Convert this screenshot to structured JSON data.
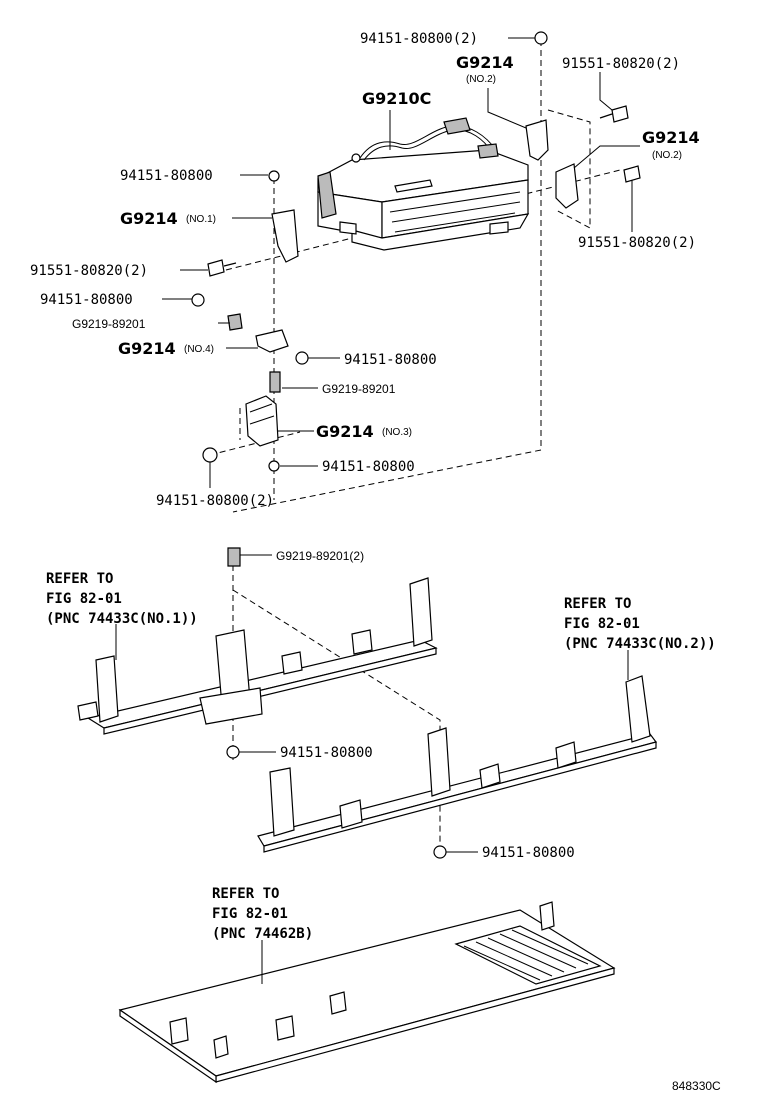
{
  "labels": {
    "nut_top_2": "94151-80800(2)",
    "g9214_no2_top": "G9214",
    "g9214_no2_top_note": "(NO.2)",
    "bolt_top_right": "91551-80820(2)",
    "g9210c": "G9210C",
    "g9214_no2_right": "G9214",
    "g9214_no2_right_note": "(NO.2)",
    "nut_left_1": "94151-80800",
    "g9214_no1": "G9214",
    "g9214_no1_note": "(NO.1)",
    "bolt_right": "91551-80820(2)",
    "bolt_left": "91551-80820(2)",
    "nut_left_2": "94151-80800",
    "stud_left": "G9219-89201",
    "g9214_no4": "G9214",
    "g9214_no4_note": "(NO.4)",
    "nut_mid_right": "94151-80800",
    "stud_mid": "G9219-89201",
    "g9214_no3": "G9214",
    "g9214_no3_note": "(NO.3)",
    "nut_mid_low": "94151-80800",
    "nut_bottom_2": "94151-80800(2)",
    "stud_lower_2": "G9219-89201(2)",
    "nut_frame_left": "94151-80800",
    "nut_frame_right": "94151-80800"
  },
  "refs": {
    "left": [
      "REFER TO",
      "FIG 82-01",
      "(PNC 74433C(NO.1))"
    ],
    "right": [
      "REFER TO",
      "FIG 82-01",
      "(PNC 74433C(NO.2))"
    ],
    "bottom": [
      "REFER TO",
      "FIG 82-01",
      "(PNC 74462B)"
    ]
  },
  "diagram_code": "848330C"
}
